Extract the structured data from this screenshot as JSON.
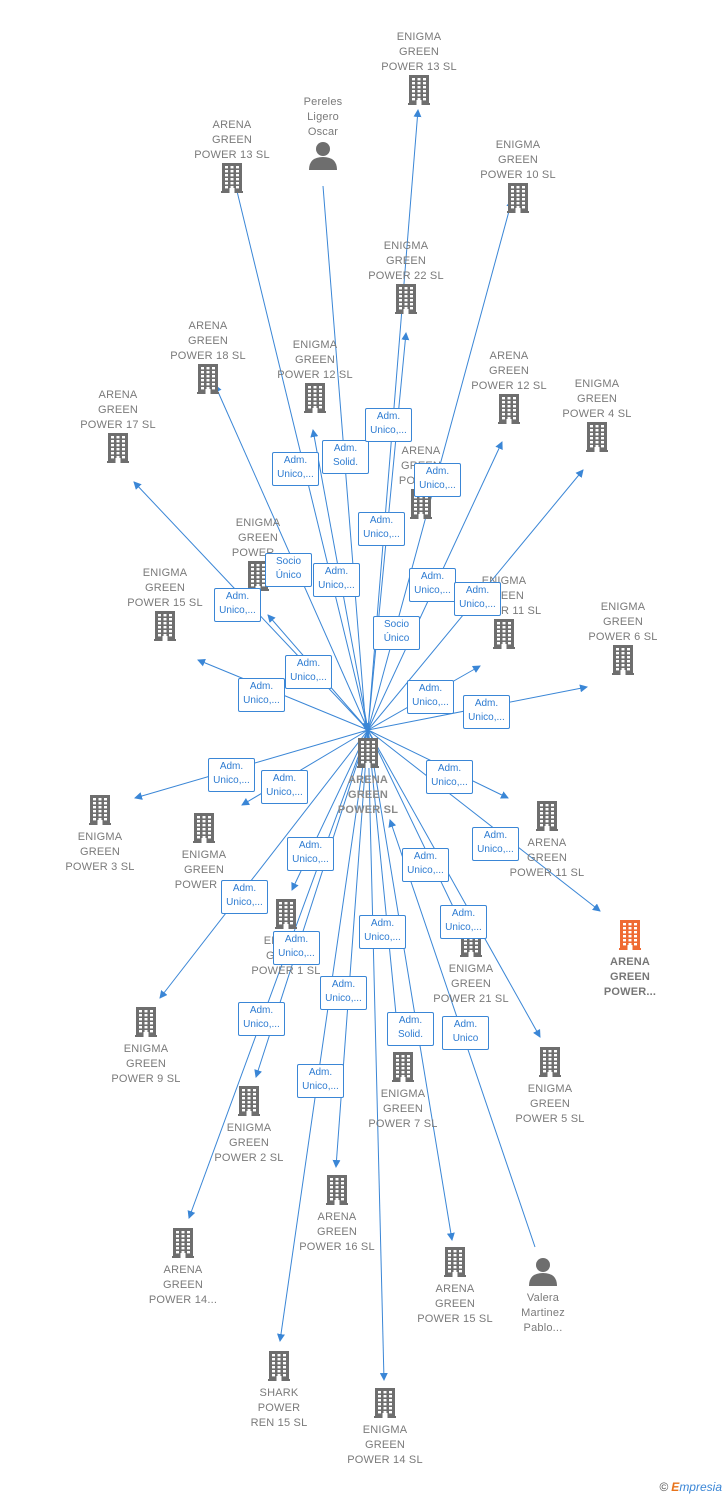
{
  "colors": {
    "edge": "#3a86d6",
    "node_icon": "#6e6e6e",
    "focus_icon": "#ef6a33",
    "label_text": "#7a7a7a",
    "label_border": "#3a86d6"
  },
  "center_node": {
    "id": "n_center",
    "label": "ARENA\nGREEN\nPOWER  SL",
    "icon": "building-icon"
  },
  "nodes": [
    {
      "id": "n1",
      "label": "ENIGMA\nGREEN\nPOWER 13  SL",
      "icon": "building-icon"
    },
    {
      "id": "n2",
      "label": "Pereles\nLigero\nOscar",
      "icon": "person-icon"
    },
    {
      "id": "n3",
      "label": "ARENA\nGREEN\nPOWER 13  SL",
      "icon": "building-icon"
    },
    {
      "id": "n4",
      "label": "ENIGMA\nGREEN\nPOWER 10  SL",
      "icon": "building-icon"
    },
    {
      "id": "n5",
      "label": "ENIGMA\nGREEN\nPOWER 22  SL",
      "icon": "building-icon"
    },
    {
      "id": "n6",
      "label": "ARENA\nGREEN\nPOWER 18  SL",
      "icon": "building-icon"
    },
    {
      "id": "n7",
      "label": "ENIGMA\nGREEN\nPOWER 12  SL",
      "icon": "building-icon"
    },
    {
      "id": "n8",
      "label": "ARENA\nGREEN\nPOWER 12  SL",
      "icon": "building-icon"
    },
    {
      "id": "n9",
      "label": "ENIGMA\nGREEN\nPOWER 4  SL",
      "icon": "building-icon"
    },
    {
      "id": "n10",
      "label": "ARENA\nGREEN\nPOWER 17  SL",
      "icon": "building-icon"
    },
    {
      "id": "n11",
      "label": "ARENA\nGREEN\nPOWE...",
      "icon": "building-icon"
    },
    {
      "id": "n12",
      "label": "ENIGMA\nGREEN\nPOWER...",
      "icon": "building-icon"
    },
    {
      "id": "n13",
      "label": "ENIGMA\nGREEN\nPOWER 15  SL",
      "icon": "building-icon"
    },
    {
      "id": "n14",
      "label": "ENIGMA\nGREEN\nPOWER 11  SL",
      "icon": "building-icon"
    },
    {
      "id": "n15",
      "label": "ENIGMA\nGREEN\nPOWER 6  SL",
      "icon": "building-icon"
    },
    {
      "id": "n16",
      "label": "ENIGMA\nGREEN\nPOWER 3  SL",
      "icon": "building-icon"
    },
    {
      "id": "n17",
      "label": "ENIGMA\nGREEN\nPOWER 23",
      "icon": "building-icon"
    },
    {
      "id": "n18",
      "label": "ARENA\nGREEN\nPOWER 11  SL",
      "icon": "building-icon"
    },
    {
      "id": "n19",
      "label": "ARENA\nGREEN\nPOWER...",
      "icon": "building-icon",
      "focus": true
    },
    {
      "id": "n20",
      "label": "ENIGMA\nGREEN\nPOWER 1  SL",
      "icon": "building-icon"
    },
    {
      "id": "n21",
      "label": "ENIGMA\nGREEN\nPOWER 21  SL",
      "icon": "building-icon"
    },
    {
      "id": "n22",
      "label": "ENIGMA\nGREEN\nPOWER 9  SL",
      "icon": "building-icon"
    },
    {
      "id": "n23",
      "label": "ENIGMA\nGREEN\nPOWER 7  SL",
      "icon": "building-icon"
    },
    {
      "id": "n24",
      "label": "ENIGMA\nGREEN\nPOWER 5  SL",
      "icon": "building-icon"
    },
    {
      "id": "n25",
      "label": "ENIGMA\nGREEN\nPOWER 2  SL",
      "icon": "building-icon"
    },
    {
      "id": "n26",
      "label": "ARENA\nGREEN\nPOWER 16  SL",
      "icon": "building-icon"
    },
    {
      "id": "n27",
      "label": "ARENA\nGREEN\nPOWER 14...",
      "icon": "building-icon"
    },
    {
      "id": "n28",
      "label": "ARENA\nGREEN\nPOWER 15  SL",
      "icon": "building-icon"
    },
    {
      "id": "n29",
      "label": "Valera\nMartinez\nPablo...",
      "icon": "person-icon"
    },
    {
      "id": "n30",
      "label": "SHARK\nPOWER\nREN 15  SL",
      "icon": "building-icon"
    },
    {
      "id": "n31",
      "label": "ENIGMA\nGREEN\nPOWER 14  SL",
      "icon": "building-icon"
    }
  ],
  "edges": [
    {
      "from": "n_center",
      "to": "n1"
    },
    {
      "from": "n2",
      "to": "n_center"
    },
    {
      "from": "n_center",
      "to": "n3"
    },
    {
      "from": "n_center",
      "to": "n4"
    },
    {
      "from": "n_center",
      "to": "n5"
    },
    {
      "from": "n_center",
      "to": "n6"
    },
    {
      "from": "n_center",
      "to": "n7"
    },
    {
      "from": "n_center",
      "to": "n8"
    },
    {
      "from": "n_center",
      "to": "n9"
    },
    {
      "from": "n_center",
      "to": "n10"
    },
    {
      "from": "n_center",
      "to": "n12"
    },
    {
      "from": "n_center",
      "to": "n13"
    },
    {
      "from": "n_center",
      "to": "n14"
    },
    {
      "from": "n_center",
      "to": "n15"
    },
    {
      "from": "n_center",
      "to": "n16"
    },
    {
      "from": "n_center",
      "to": "n17"
    },
    {
      "from": "n_center",
      "to": "n18"
    },
    {
      "from": "n_center",
      "to": "n19"
    },
    {
      "from": "n_center",
      "to": "n20"
    },
    {
      "from": "n_center",
      "to": "n21"
    },
    {
      "from": "n_center",
      "to": "n22"
    },
    {
      "from": "n_center",
      "to": "n23"
    },
    {
      "from": "n_center",
      "to": "n24"
    },
    {
      "from": "n_center",
      "to": "n25"
    },
    {
      "from": "n_center",
      "to": "n26"
    },
    {
      "from": "n_center",
      "to": "n27"
    },
    {
      "from": "n_center",
      "to": "n28"
    },
    {
      "from": "n29",
      "to": "n_center"
    },
    {
      "from": "n_center",
      "to": "n30"
    },
    {
      "from": "n_center",
      "to": "n31"
    }
  ],
  "edge_labels": [
    "Adm.\nUnico,...",
    "Adm.\nSolid.",
    "Adm.\nUnico,...",
    "Adm.\nUnico,...",
    "Adm.\nUnico,...",
    "Socio\nÚnico",
    "Adm.\nUnico,...",
    "Adm.\nUnico,...",
    "Adm.\nUnico,...",
    "Adm.\nUnico,...",
    "Socio\nÚnico",
    "Adm.\nUnico,...",
    "Adm.\nUnico,...",
    "Adm.\nUnico,...",
    "Adm.\nUnico,...",
    "Adm.\nUnico,...",
    "Adm.\nUnico,...",
    "Adm.\nUnico,...",
    "Adm.\nUnico,...",
    "Adm.\nUnico,...",
    "Adm.\nUnico,...",
    "Adm.\nUnico,...",
    "Adm.\nUnico,...",
    "Adm.\nUnico,...",
    "Adm.\nUnico,...",
    "Adm.\nUnico,...",
    "Adm.\nUnico,...",
    "Adm.\nSolid.",
    "Adm.\nUnico",
    "Adm.\nUnico,..."
  ],
  "brand": {
    "copyright": "©",
    "name_first": "E",
    "name_rest": "mpresia"
  }
}
